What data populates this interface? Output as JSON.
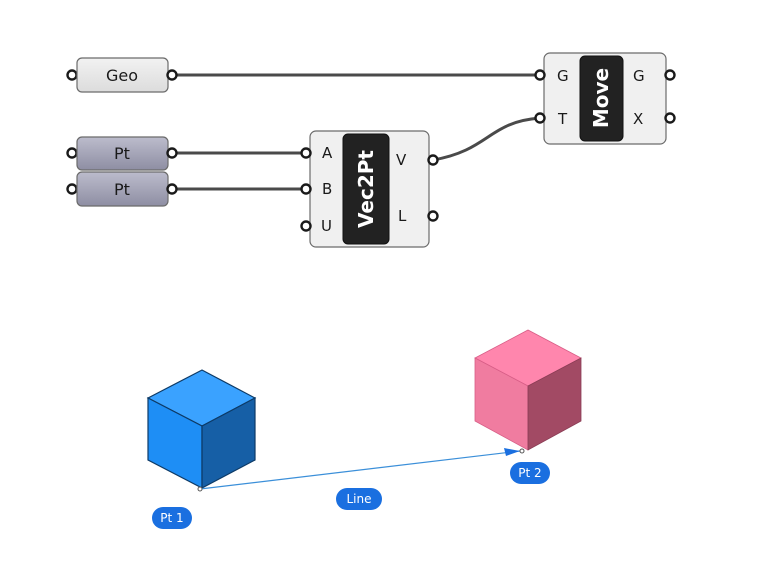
{
  "definition": {
    "params": {
      "geo": {
        "label": "Geo"
      },
      "pt_a": {
        "label": "Pt"
      },
      "pt_b": {
        "label": "Pt"
      }
    },
    "components": {
      "vec2pt": {
        "name": "Vec2Pt",
        "inputs": [
          "A",
          "B",
          "U"
        ],
        "outputs": [
          "V",
          "L"
        ]
      },
      "move": {
        "name": "Move",
        "inputs": [
          "G",
          "T"
        ],
        "outputs": [
          "G",
          "X"
        ]
      }
    }
  },
  "viewport": {
    "point_1_tag": "Pt 1",
    "point_2_tag": "Pt 2",
    "line_tag": "Line",
    "colors": {
      "source_cube": "#1f8fff",
      "moved_cube": "#f57ba1",
      "tag": "#1a6fe0",
      "vector_line": "#3b8fd9"
    }
  }
}
